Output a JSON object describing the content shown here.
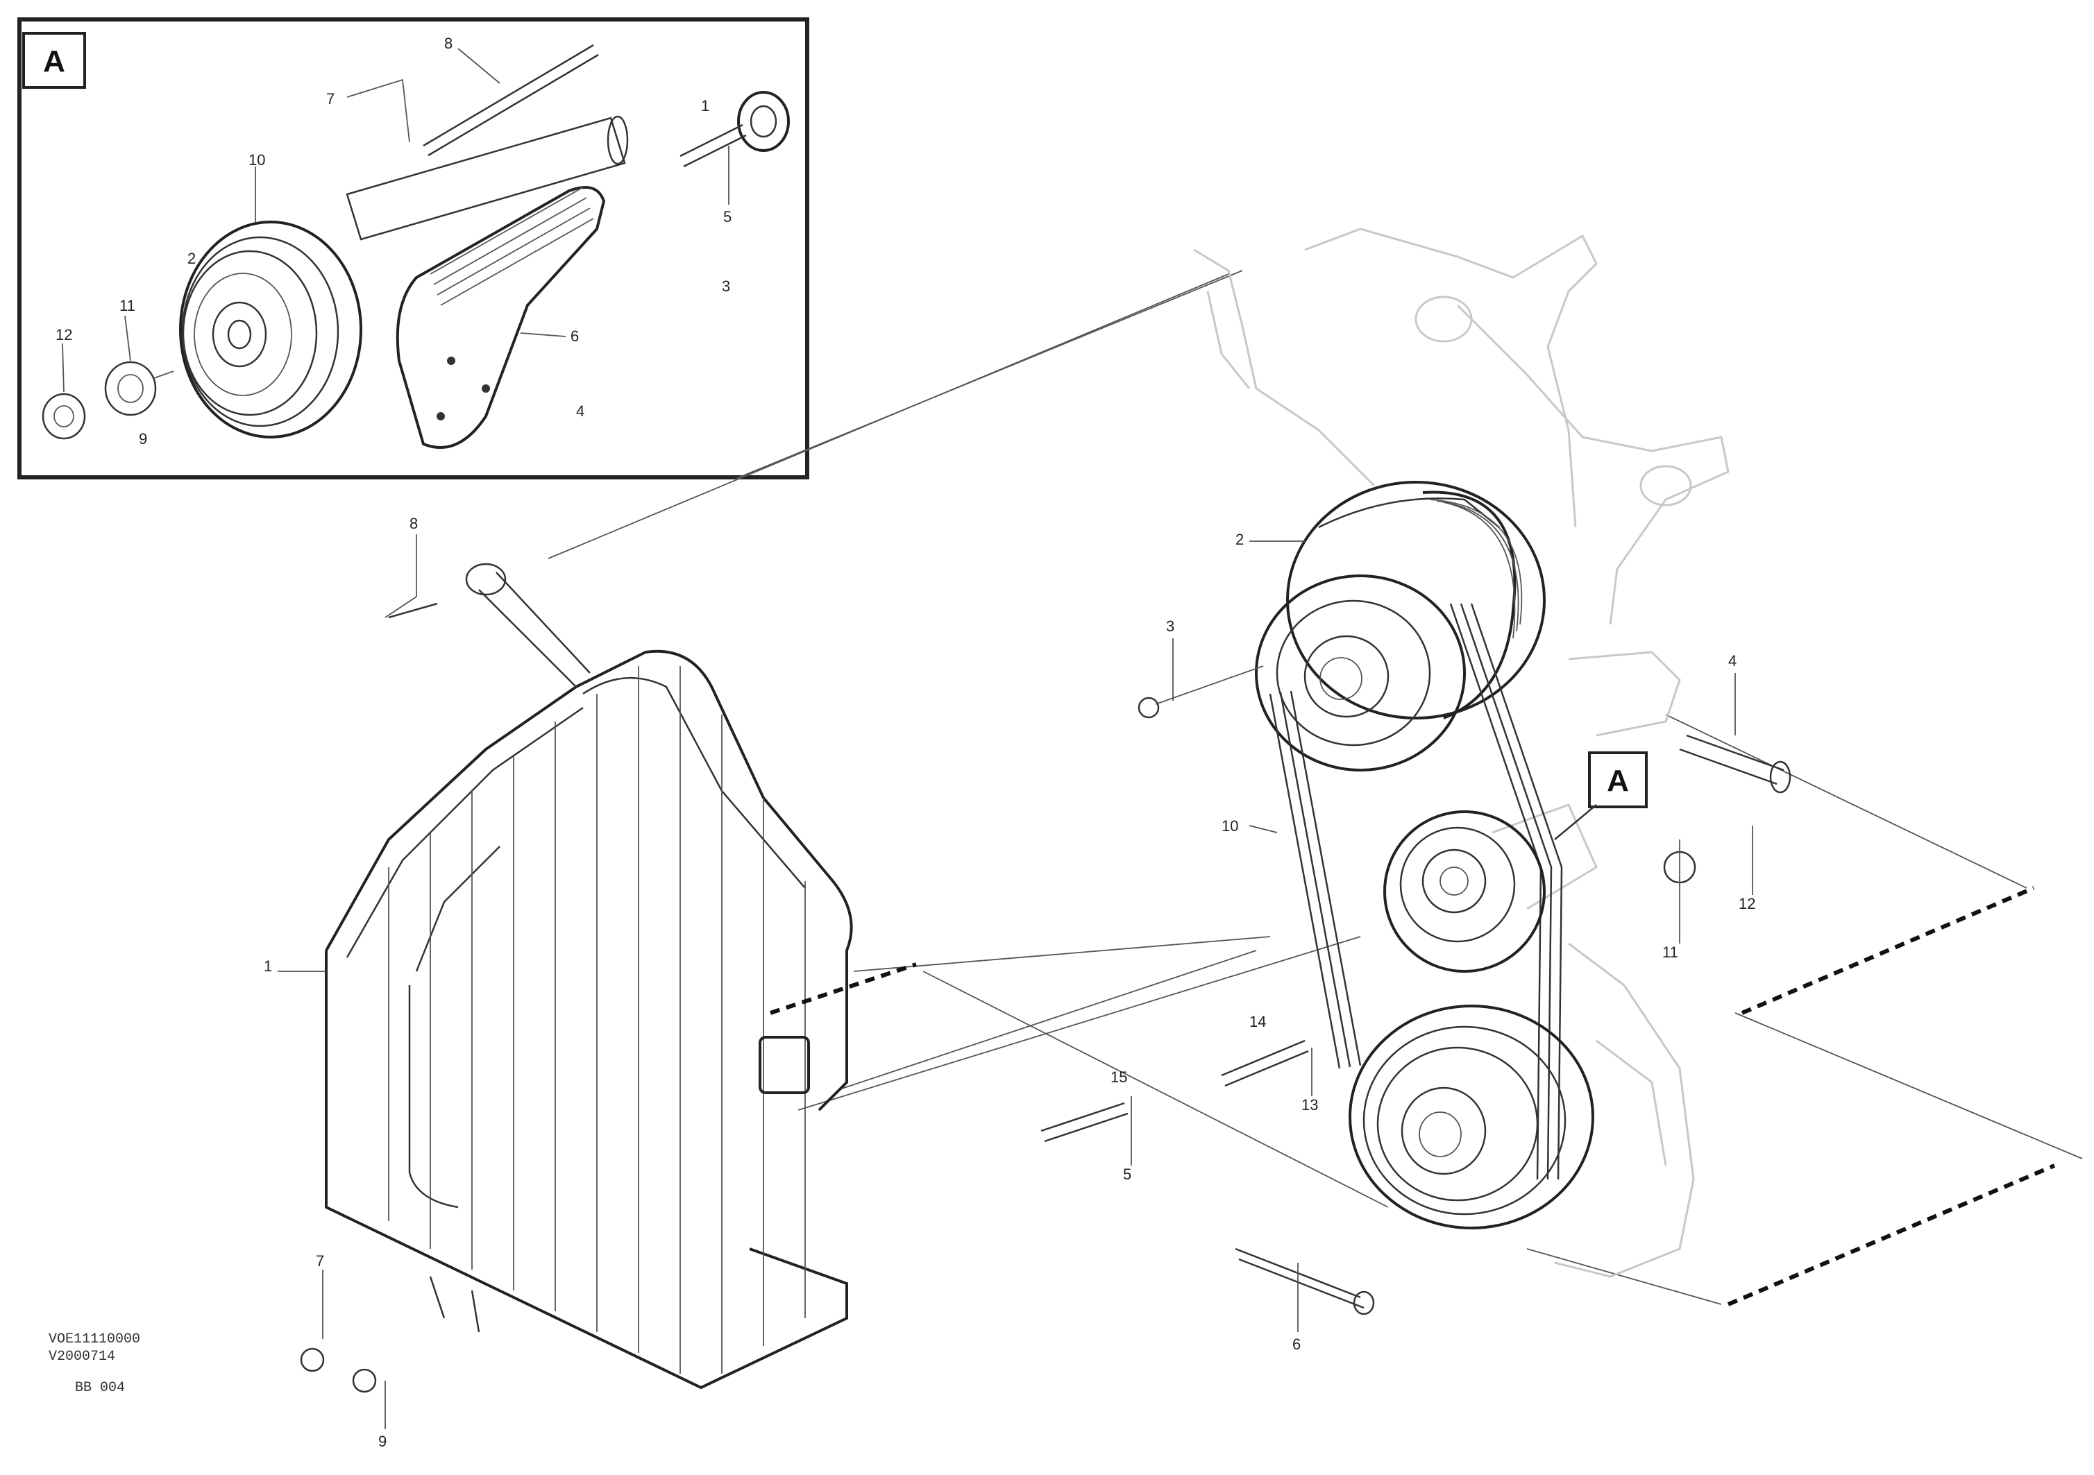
{
  "detail_view": {
    "marker": "A"
  },
  "callout_marker": "A",
  "callouts": [
    {
      "id": "a1",
      "text": "1"
    },
    {
      "id": "a2",
      "text": "2"
    },
    {
      "id": "a3",
      "text": "3"
    },
    {
      "id": "a4",
      "text": "4"
    },
    {
      "id": "a5",
      "text": "5"
    },
    {
      "id": "a6",
      "text": "6"
    },
    {
      "id": "a7",
      "text": "7"
    },
    {
      "id": "a8",
      "text": "8"
    },
    {
      "id": "a9",
      "text": "9"
    },
    {
      "id": "a10",
      "text": "10"
    },
    {
      "id": "a11",
      "text": "11"
    },
    {
      "id": "a12",
      "text": "12"
    },
    {
      "id": "m1",
      "text": "1"
    },
    {
      "id": "m2",
      "text": "2"
    },
    {
      "id": "m3",
      "text": "3"
    },
    {
      "id": "m4",
      "text": "4"
    },
    {
      "id": "m5",
      "text": "5"
    },
    {
      "id": "m6",
      "text": "6"
    },
    {
      "id": "m7",
      "text": "7"
    },
    {
      "id": "m8",
      "text": "8"
    },
    {
      "id": "m9",
      "text": "9"
    },
    {
      "id": "m10",
      "text": "10"
    },
    {
      "id": "m11",
      "text": "11"
    },
    {
      "id": "m12",
      "text": "12"
    },
    {
      "id": "m13",
      "text": "13"
    },
    {
      "id": "m14",
      "text": "14"
    },
    {
      "id": "m15",
      "text": "15"
    }
  ],
  "reference": {
    "line1": "VOE11110000",
    "line2": "V2000714",
    "code": "BB 004"
  }
}
